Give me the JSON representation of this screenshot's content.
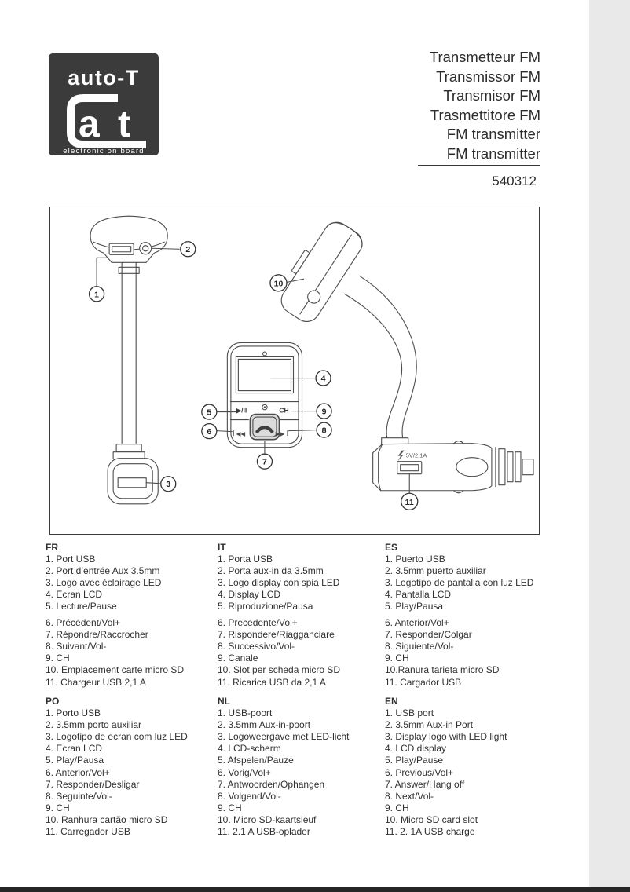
{
  "logo": {
    "brand": "auto-T",
    "symbol_a": "a",
    "symbol_t": "t",
    "tagline": "electronic on board"
  },
  "header": {
    "titles": [
      "Transmetteur FM",
      "Transmissor FM",
      "Transmisor FM",
      "Trasmettitore FM",
      "FM transmitter",
      "FM transmitter"
    ],
    "model": "540312"
  },
  "diagram": {
    "callouts": [
      "1",
      "2",
      "3",
      "4",
      "5",
      "6",
      "7",
      "8",
      "9",
      "10",
      "11"
    ],
    "labels": {
      "play_pause": "▶/II",
      "channel": "CH",
      "prev": "◀◀",
      "next": "▶▶",
      "charger": "5V/2.1A"
    }
  },
  "sections": [
    {
      "lang": "FR",
      "items": [
        "1. Port USB",
        "2. Port d’entrée Aux 3.5mm",
        "3. Logo avec éclairage LED",
        "4. Ecran LCD",
        "5. Lecture/Pause",
        "6. Précédent/Vol+",
        "7. Répondre/Raccrocher",
        "8. Suivant/Vol-",
        "9. CH",
        "10. Emplacement carte micro SD",
        "11. Chargeur USB 2,1 A"
      ]
    },
    {
      "lang": "IT",
      "items": [
        "1. Porta USB",
        "2. Porta aux-in da 3.5mm",
        "3. Logo display con spia LED",
        "4. Display LCD",
        "5. Riproduzione/Pausa",
        "6. Precedente/Vol+",
        "7. Rispondere/Riagganciare",
        "8. Successivo/Vol-",
        "9. Canale",
        "10. Slot per scheda micro SD",
        "11. Ricarica USB da 2,1 A"
      ]
    },
    {
      "lang": "ES",
      "items": [
        "1. Puerto USB",
        "2. 3.5mm puerto auxiliar",
        "3. Logotipo de pantalla con luz LED",
        "4. Pantalla LCD",
        "5. Play/Pausa",
        "6. Anterior/Vol+",
        "7. Responder/Colgar",
        "8. Siguiente/Vol-",
        "9. CH",
        "10.Ranura tarieta micro SD",
        "11. Cargador USB"
      ]
    },
    {
      "lang": "PO",
      "items": [
        "1. Porto USB",
        "2. 3.5mm porto auxiliar",
        "3. Logotipo de ecran com luz LED",
        "4. Ecran LCD",
        "5. Play/Pausa",
        "6. Anterior/Vol+",
        "7. Responder/Desligar",
        "8. Seguinte/Vol-",
        "9. CH",
        "10. Ranhura cartão micro SD",
        "11. Carregador USB"
      ]
    },
    {
      "lang": "NL",
      "items": [
        "1. USB-poort",
        "2. 3.5mm Aux-in-poort",
        "3. Logoweergave met LED-licht",
        "4. LCD-scherm",
        "5. Afspelen/Pauze",
        "6. Vorig/Vol+",
        "7. Antwoorden/Ophangen",
        "8. Volgend/Vol-",
        "9. CH",
        "10. Micro SD-kaartsleuf",
        "11. 2.1 A USB-oplader"
      ]
    },
    {
      "lang": "EN",
      "items": [
        "1. USB port",
        "2. 3.5mm Aux-in Port",
        "3. Display logo with LED light",
        "4. LCD display",
        "5. Play/Pause",
        "6. Previous/Vol+",
        "7. Answer/Hang off",
        "8. Next/Vol-",
        "9. CH",
        "10. Micro SD card slot",
        "11. 2. 1A USB charge"
      ]
    }
  ]
}
